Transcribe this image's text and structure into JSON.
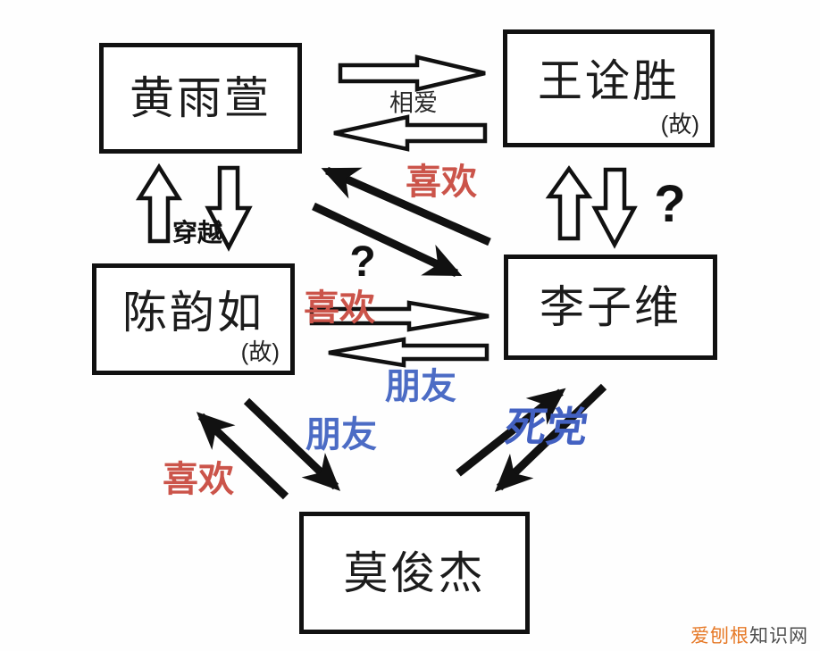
{
  "diagram": {
    "nodes": [
      {
        "name": "黄雨萱",
        "status": ""
      },
      {
        "name": "王诠胜",
        "status": "(故)"
      },
      {
        "name": "陈韵如",
        "status": "(故)"
      },
      {
        "name": "李子维",
        "status": ""
      },
      {
        "name": "莫俊杰",
        "status": ""
      }
    ],
    "edges": [
      {
        "from": "黄雨萱",
        "to": "王诠胜",
        "label": "相爱",
        "direction": "both",
        "label_color": "black"
      },
      {
        "from": "黄雨萱",
        "to": "陈韵如",
        "label": "穿越",
        "direction": "both",
        "label_color": "black"
      },
      {
        "from": "王诠胜",
        "to": "李子维",
        "label": "?",
        "direction": "both",
        "label_color": "black"
      },
      {
        "from": "李子维",
        "to": "黄雨萱",
        "label": "喜欢",
        "direction": "one-way",
        "label_color": "red"
      },
      {
        "from": "黄雨萱",
        "to": "李子维",
        "label": "?",
        "direction": "one-way",
        "label_color": "black"
      },
      {
        "from": "陈韵如",
        "to": "李子维",
        "label": "喜欢",
        "direction": "one-way",
        "label_color": "red"
      },
      {
        "from": "李子维",
        "to": "陈韵如",
        "label": "朋友",
        "direction": "one-way",
        "label_color": "blue"
      },
      {
        "from": "莫俊杰",
        "to": "陈韵如",
        "label": "喜欢",
        "direction": "one-way",
        "label_color": "red"
      },
      {
        "from": "陈韵如",
        "to": "莫俊杰",
        "label": "朋友",
        "direction": "one-way",
        "label_color": "blue"
      },
      {
        "from": "李子维",
        "to": "莫俊杰",
        "label": "死党",
        "direction": "both",
        "label_color": "blue"
      }
    ]
  },
  "colors": {
    "box_border": "#111111",
    "ink": "#1c1c1c",
    "like_red": "#cb544a",
    "friend_blue": "#4c6cc5",
    "best_friend_blue": "#4361c2",
    "watermark_orange": "#e67927",
    "watermark_gray": "#4f4f4f"
  },
  "watermark": {
    "brand": "爱刨根",
    "suffix": "知识网"
  }
}
